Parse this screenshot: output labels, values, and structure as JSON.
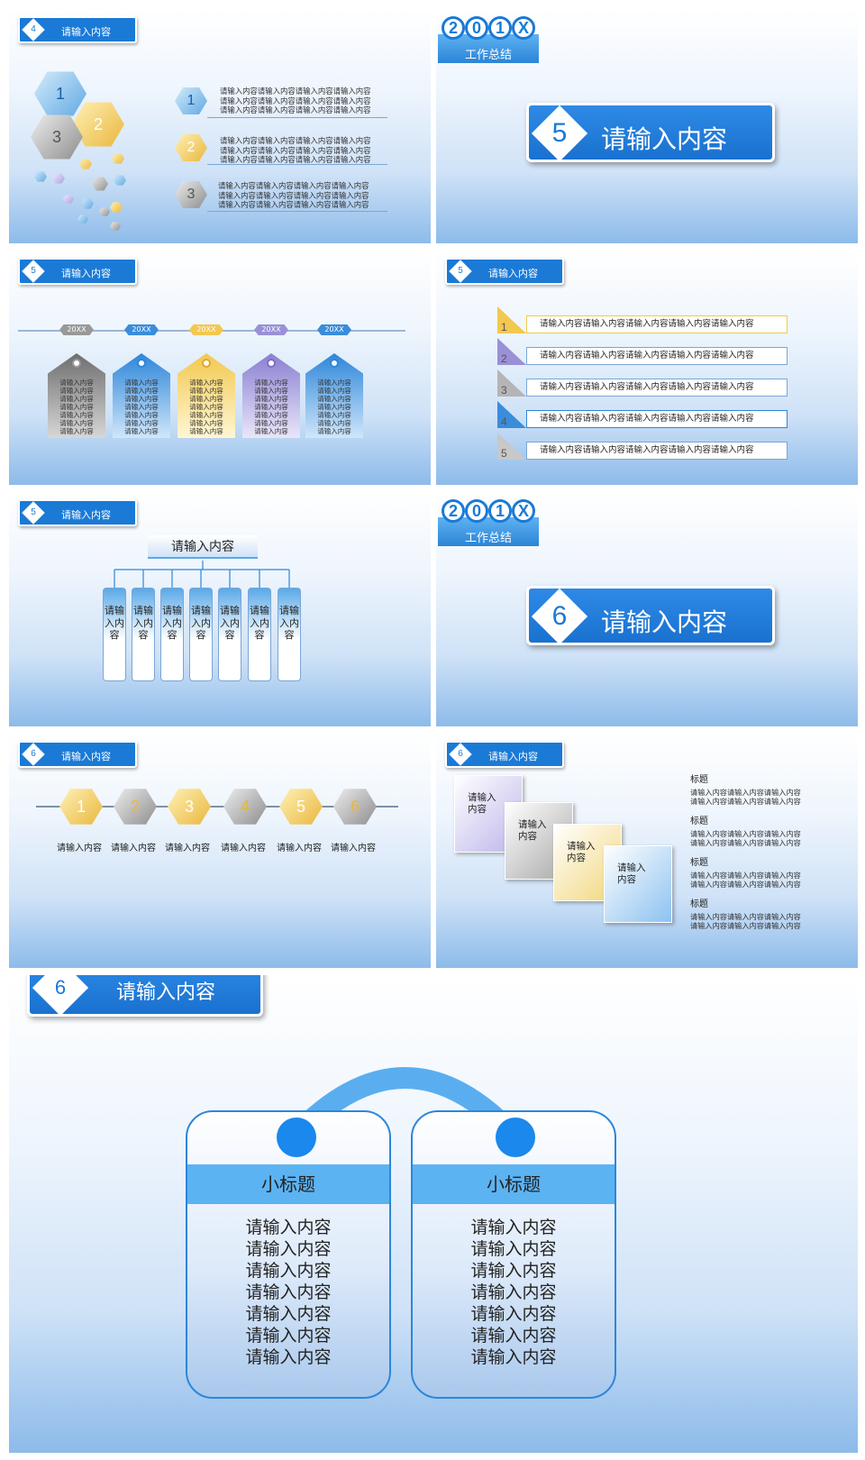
{
  "s1": {
    "tag_num": "4",
    "tag_label": "请输入内容",
    "hex_nums": [
      "1",
      "2",
      "3"
    ],
    "rows": [
      {
        "num": "1",
        "lines": [
          "请输入内容请输入内容请输入内容请输入内容",
          "请输入内容请输入内容请输入内容请输入内容",
          "请输入内容请输入内容请输入内容请输入内容"
        ]
      },
      {
        "num": "2",
        "lines": [
          "请输入内容请输入内容请输入内容请输入内容",
          "请输入内容请输入内容请输入内容请输入内容",
          "请输入内容请输入内容请输入内容请输入内容"
        ]
      },
      {
        "num": "3",
        "lines": [
          "请输入内容请输入内容请输入内容请输入内容",
          "请输入内容请输入内容请输入内容请输入内容",
          "请输入内容请输入内容请输入内容请输入内容"
        ]
      }
    ]
  },
  "s2": {
    "year_digits": [
      "2",
      "0",
      "1",
      "X"
    ],
    "year_sub": "工作总结",
    "num": "5",
    "title": "请输入内容"
  },
  "s3": {
    "tag_num": "5",
    "tag_label": "请输入内容",
    "years": [
      "20XX",
      "20XX",
      "20XX",
      "20XX",
      "20XX"
    ],
    "card_lines": [
      "请输入内容",
      "请输入内容",
      "请输入内容",
      "请输入内容",
      "请输入内容",
      "请输入内容",
      "请输入内容"
    ]
  },
  "s4": {
    "tag_num": "5",
    "tag_label": "请输入内容",
    "rows": [
      {
        "num": "1",
        "text": "请输入内容请输入内容请输入内容请输入内容请输入内容"
      },
      {
        "num": "2",
        "text": "请输入内容请输入内容请输入内容请输入内容请输入内容"
      },
      {
        "num": "3",
        "text": "请输入内容请输入内容请输入内容请输入内容请输入内容"
      },
      {
        "num": "4",
        "text": "请输入内容请输入内容请输入内容请输入内容请输入内容"
      },
      {
        "num": "5",
        "text": "请输入内容请输入内容请输入内容请输入内容请输入内容"
      }
    ]
  },
  "s5": {
    "tag_num": "5",
    "tag_label": "请输入内容",
    "top": "请输入内容",
    "cols": [
      "请输入内容",
      "请输入内容",
      "请输入内容",
      "请输入内容",
      "请输入内容",
      "请输入内容",
      "请输入内容"
    ]
  },
  "s6": {
    "year_digits": [
      "2",
      "0",
      "1",
      "X"
    ],
    "year_sub": "工作总结",
    "num": "6",
    "title": "请输入内容"
  },
  "s7": {
    "tag_num": "6",
    "tag_label": "请输入内容",
    "nums": [
      "1",
      "2",
      "3",
      "4",
      "5",
      "6"
    ],
    "labels": [
      "请输入内容",
      "请输入内容",
      "请输入内容",
      "请输入内容",
      "请输入内容",
      "请输入内容"
    ]
  },
  "s8": {
    "tag_num": "6",
    "tag_label": "请输入内容",
    "squares": [
      "请输入\n内容",
      "请输入\n内容",
      "请输入\n内容",
      "请输入\n内容"
    ],
    "items": [
      {
        "head": "标题",
        "l1": "请输入内容请输入内容请输入内容",
        "l2": "请输入内容请输入内容请输入内容"
      },
      {
        "head": "标题",
        "l1": "请输入内容请输入内容请输入内容",
        "l2": "请输入内容请输入内容请输入内容"
      },
      {
        "head": "标题",
        "l1": "请输入内容请输入内容请输入内容",
        "l2": "请输入内容请输入内容请输入内容"
      },
      {
        "head": "标题",
        "l1": "请输入内容请输入内容请输入内容",
        "l2": "请输入内容请输入内容请输入内容"
      }
    ]
  },
  "s9": {
    "num": "6",
    "title": "请输入内容",
    "cards": [
      {
        "head": "小标题",
        "lines": [
          "请输入内容",
          "请输入内容",
          "请输入内容",
          "请输入内容",
          "请输入内容",
          "请输入内容",
          "请输入内容"
        ]
      },
      {
        "head": "小标题",
        "lines": [
          "请输入内容",
          "请输入内容",
          "请输入内容",
          "请输入内容",
          "请输入内容",
          "请输入内容",
          "请输入内容"
        ]
      }
    ]
  },
  "colors": {
    "accent": "#1a7ad6",
    "yellow": "#f2c84f",
    "gray": "#8d8d8d",
    "purple": "#a9a2dd"
  }
}
